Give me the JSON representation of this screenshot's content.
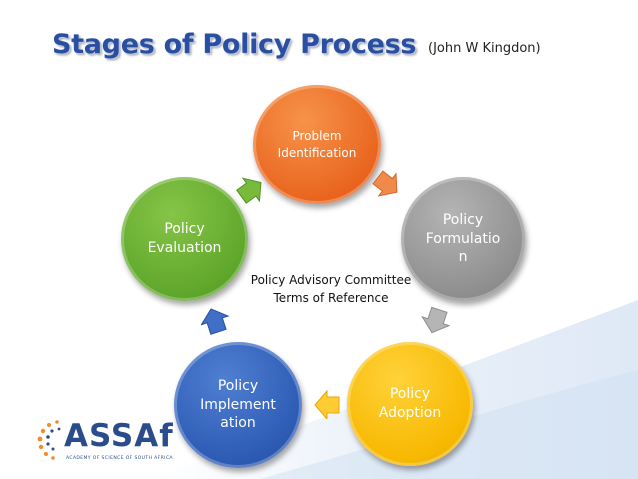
{
  "title": "Stages of Policy Process",
  "subtitle": "(John W Kingdon)",
  "stages": {
    "problem": "Problem\nIdentification",
    "formulation": "Policy\nFormulatio\nn",
    "adoption": "Policy\nAdoption",
    "implementation": "Policy\nImplement\nation",
    "evaluation": "Policy\nEvaluation"
  },
  "center": {
    "line1": "Policy Advisory Committee",
    "line2": "Terms of Reference"
  },
  "logo": {
    "name": "ASSAf",
    "tagline": "ACADEMY OF SCIENCE OF SOUTH AFRICA"
  },
  "colors": {
    "title": "#2a4fa0",
    "problem": "#e9651f",
    "formulation": "#8f8f8f",
    "adoption": "#f7b800",
    "implementation": "#2d5bb4",
    "evaluation": "#5fa72b"
  }
}
